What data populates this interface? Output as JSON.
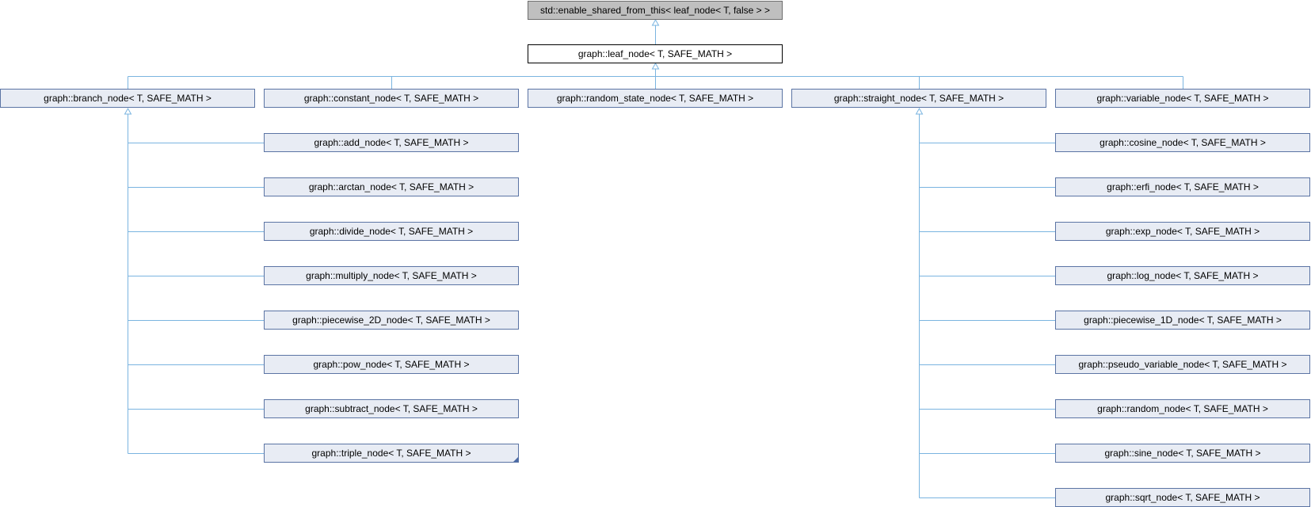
{
  "root": {
    "label": "std::enable_shared_from_this< leaf_node< T, false > >"
  },
  "leaf": {
    "label": "graph::leaf_node< T, SAFE_MATH >"
  },
  "level2": [
    {
      "key": "branch",
      "label": "graph::branch_node< T, SAFE_MATH >"
    },
    {
      "key": "constant",
      "label": "graph::constant_node< T, SAFE_MATH >"
    },
    {
      "key": "random_state",
      "label": "graph::random_state_node< T, SAFE_MATH >"
    },
    {
      "key": "straight",
      "label": "graph::straight_node< T, SAFE_MATH >"
    },
    {
      "key": "variable",
      "label": "graph::variable_node< T, SAFE_MATH >"
    }
  ],
  "branch_children": [
    {
      "label": "graph::add_node< T, SAFE_MATH >"
    },
    {
      "label": "graph::arctan_node< T, SAFE_MATH >"
    },
    {
      "label": "graph::divide_node< T, SAFE_MATH >"
    },
    {
      "label": "graph::multiply_node< T, SAFE_MATH >"
    },
    {
      "label": "graph::piecewise_2D_node< T, SAFE_MATH >"
    },
    {
      "label": "graph::pow_node< T, SAFE_MATH >"
    },
    {
      "label": "graph::subtract_node< T, SAFE_MATH >"
    },
    {
      "label": "graph::triple_node< T, SAFE_MATH >",
      "has_more": true
    }
  ],
  "straight_children": [
    {
      "label": "graph::cosine_node< T, SAFE_MATH >"
    },
    {
      "label": "graph::erfi_node< T, SAFE_MATH >"
    },
    {
      "label": "graph::exp_node< T, SAFE_MATH >"
    },
    {
      "label": "graph::log_node< T, SAFE_MATH >"
    },
    {
      "label": "graph::piecewise_1D_node< T, SAFE_MATH >"
    },
    {
      "label": "graph::pseudo_variable_node< T, SAFE_MATH >"
    },
    {
      "label": "graph::random_node< T, SAFE_MATH >"
    },
    {
      "label": "graph::sine_node< T, SAFE_MATH >"
    },
    {
      "label": "graph::sqrt_node< T, SAFE_MATH >"
    }
  ],
  "colors": {
    "edge": "#7ab4e0",
    "node_fill": "#e8ecf4",
    "node_border": "#5b74a4",
    "root_fill": "#bfbfbf"
  }
}
